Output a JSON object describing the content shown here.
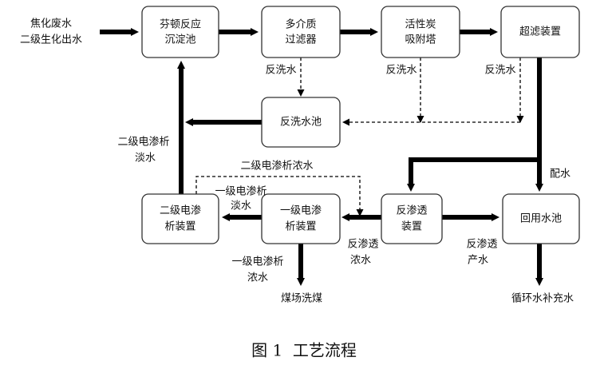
{
  "nodes": {
    "fenton": [
      "芬顿反应",
      "沉淀池"
    ],
    "multimedia_filter": [
      "多介质",
      "过滤器"
    ],
    "activated_carbon": [
      "活性炭",
      "吸附塔"
    ],
    "ultrafiltration": [
      "超滤装置"
    ],
    "backwash_pool": [
      "反洗水池"
    ],
    "ed2": [
      "二级电渗",
      "析装置"
    ],
    "ed1": [
      "一级电渗",
      "析装置"
    ],
    "reverse_osmosis": [
      "反渗透",
      "装置"
    ],
    "reuse_pool": [
      "回用水池"
    ]
  },
  "labels": {
    "inlet": [
      "焦化废水",
      "二级生化出水"
    ],
    "backwash_1": "反洗水",
    "backwash_2": "反洗水",
    "backwash_3": "反洗水",
    "ed2_dilute": [
      "二级电渗析",
      "淡水"
    ],
    "ed2_concentrate": "二级电渗析浓水",
    "ed1_dilute": [
      "一级电渗析",
      "淡水"
    ],
    "distribution": "配水",
    "ro_concentrate": [
      "反渗透",
      "浓水"
    ],
    "ro_product": [
      "反渗透",
      "产水"
    ],
    "ed1_concentrate": [
      "一级电渗析",
      "浓水"
    ],
    "coal_washing": "煤场洗煤",
    "makeup": "循环水补充水"
  },
  "caption": "图 1  工艺流程"
}
